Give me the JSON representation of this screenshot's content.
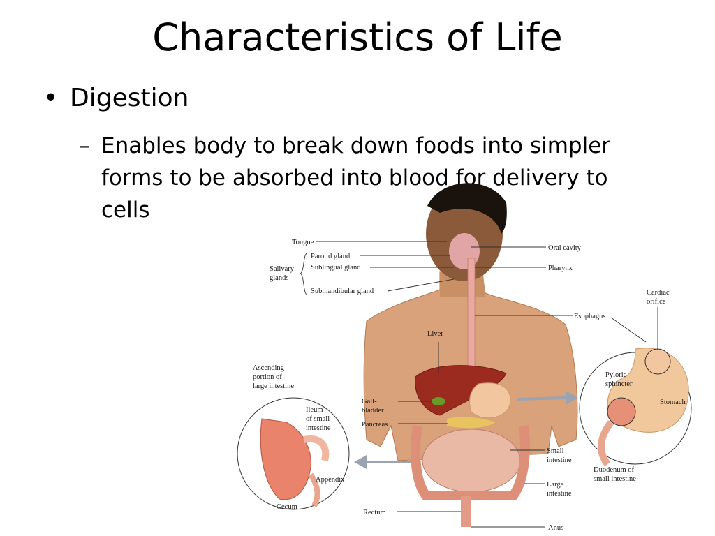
{
  "slide": {
    "title": "Characteristics of Life",
    "bullet": {
      "marker": "•",
      "text": "Digestion"
    },
    "sub_bullet": {
      "marker": "–",
      "text": "Enables body to break down foods into simpler forms to be absorbed into blood for delivery to cells"
    }
  },
  "figure": {
    "labels": {
      "tongue": "Tongue",
      "parotid": "Parotid gland",
      "sublingual": "Sublingual gland",
      "submandibular": "Submandibular gland",
      "salivary_1": "Salivary",
      "salivary_2": "glands",
      "oral_cavity": "Oral cavity",
      "pharynx": "Pharynx",
      "esophagus": "Esophagus",
      "cardiac_1": "Cardiac",
      "cardiac_2": "orifice",
      "liver": "Liver",
      "ascending_1": "Ascending",
      "ascending_2": "portion of",
      "ascending_3": "large intestine",
      "ileum_1": "Ileum",
      "ileum_2": "of small",
      "ileum_3": "intestine",
      "gall_1": "Gall-",
      "gall_2": "bladder",
      "pancreas": "Pancreas",
      "pyloric_1": "Pyloric",
      "pyloric_2": "sphincter",
      "stomach": "Stomach",
      "small_int_1": "Small",
      "small_int_2": "intestine",
      "large_int_1": "Large",
      "large_int_2": "intestine",
      "appendix": "Appendix",
      "cecum": "Cecum",
      "duodenum_1": "Duodenum of",
      "duodenum_2": "small intestine",
      "rectum": "Rectum",
      "anus": "Anus"
    }
  }
}
